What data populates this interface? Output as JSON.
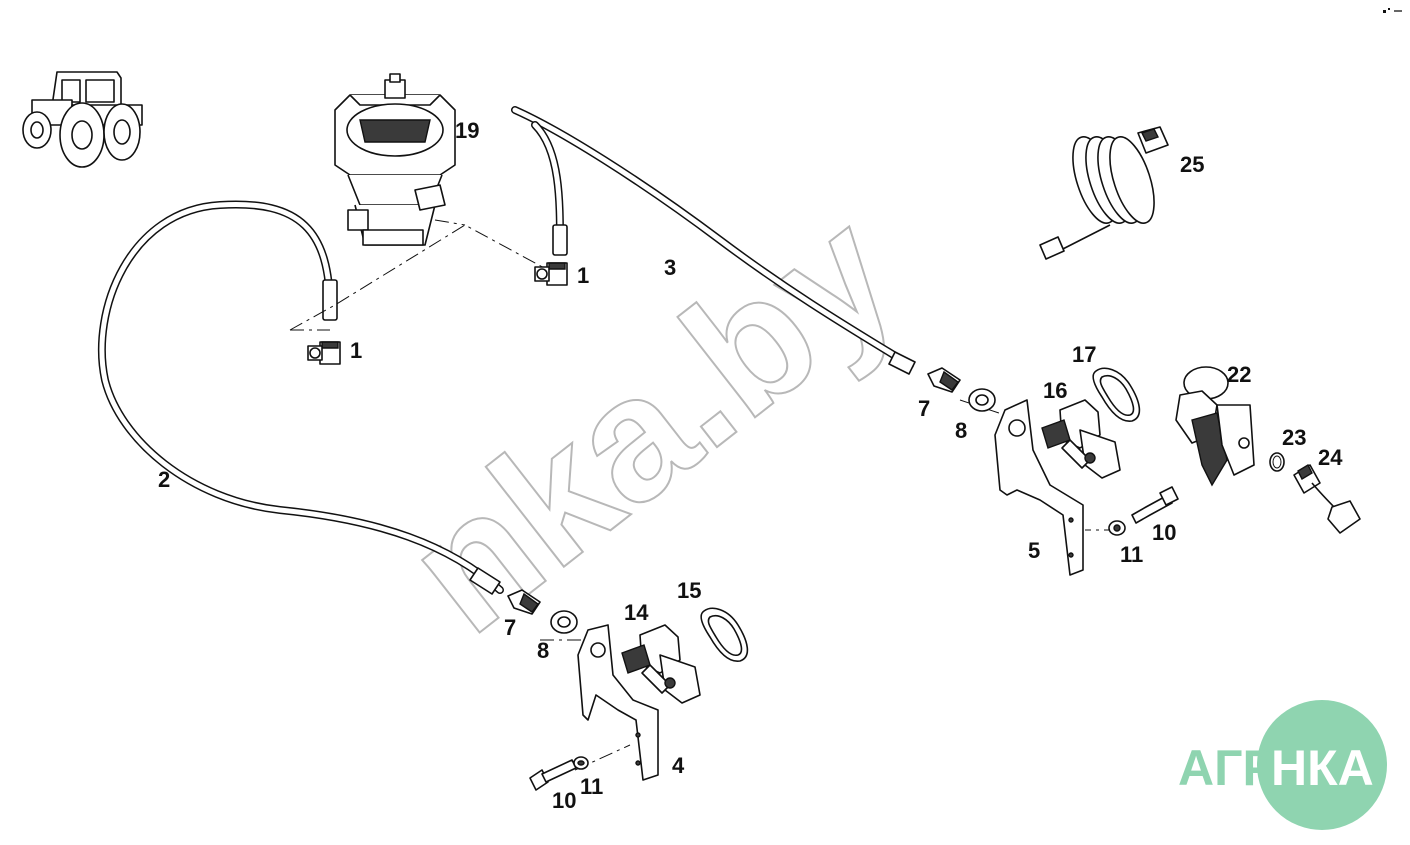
{
  "callouts": {
    "c1a": "1",
    "c1b": "1",
    "c2": "2",
    "c3": "3",
    "c4": "4",
    "c5": "5",
    "c7a": "7",
    "c7b": "7",
    "c8a": "8",
    "c8b": "8",
    "c10a": "10",
    "c10b": "10",
    "c11a": "11",
    "c11b": "11",
    "c14": "14",
    "c15": "15",
    "c16": "16",
    "c17": "17",
    "c19": "19",
    "c22": "22",
    "c23": "23",
    "c24": "24",
    "c25": "25"
  },
  "watermark": {
    "site": "nka.by",
    "logo_left": "АГРО",
    "logo_right": "НКА"
  },
  "colors": {
    "line": "#111111",
    "logo_green": "#8fd4b0",
    "watermark_grey": "#b8b8b8"
  },
  "icons": [
    "tractor-icon",
    "agronka-logo-icon"
  ]
}
